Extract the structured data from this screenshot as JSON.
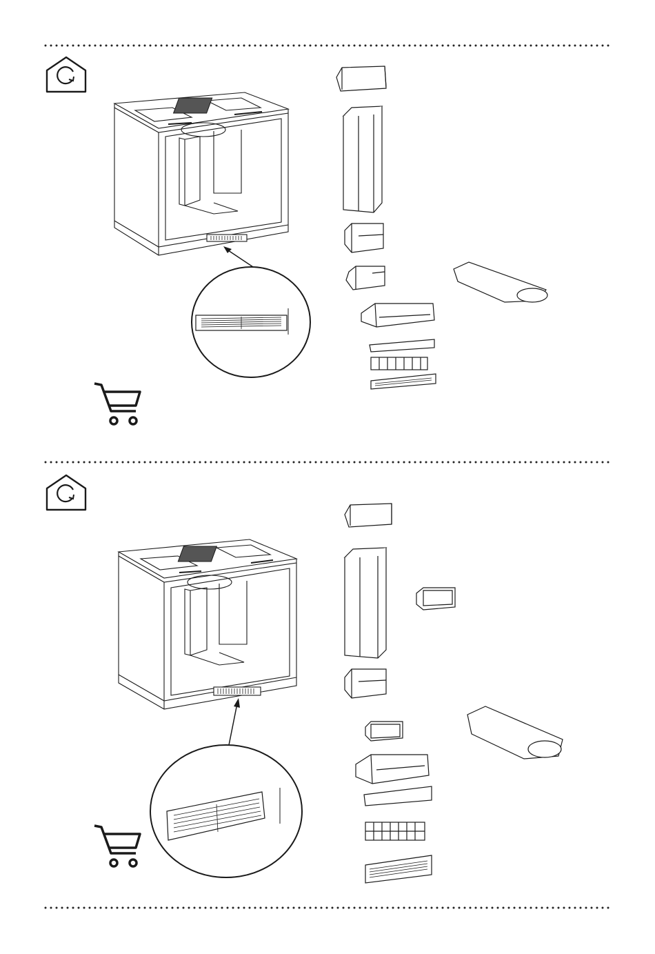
{
  "sections": [
    {
      "name": "recirculation-option-1",
      "icons": [
        "house-recirculation-icon",
        "shopping-cart-icon"
      ],
      "parts": [
        "duct-elbow",
        "vertical-duct",
        "duct-adapter",
        "flat-connector",
        "flat-duct",
        "plinth-filter-box",
        "filter-frame",
        "charcoal-filter",
        "plinth-grille"
      ]
    },
    {
      "name": "recirculation-option-2",
      "icons": [
        "house-recirculation-icon",
        "shopping-cart-icon"
      ],
      "parts": [
        "duct-elbow",
        "vertical-duct",
        "duct-ring-connector",
        "duct-adapter",
        "flat-duct",
        "duct-ring-connector",
        "plinth-filter-box",
        "filter-frame",
        "charcoal-filter",
        "plinth-grille"
      ]
    }
  ],
  "colors": {
    "line": "#1a1a1a",
    "background": "#ffffff"
  }
}
